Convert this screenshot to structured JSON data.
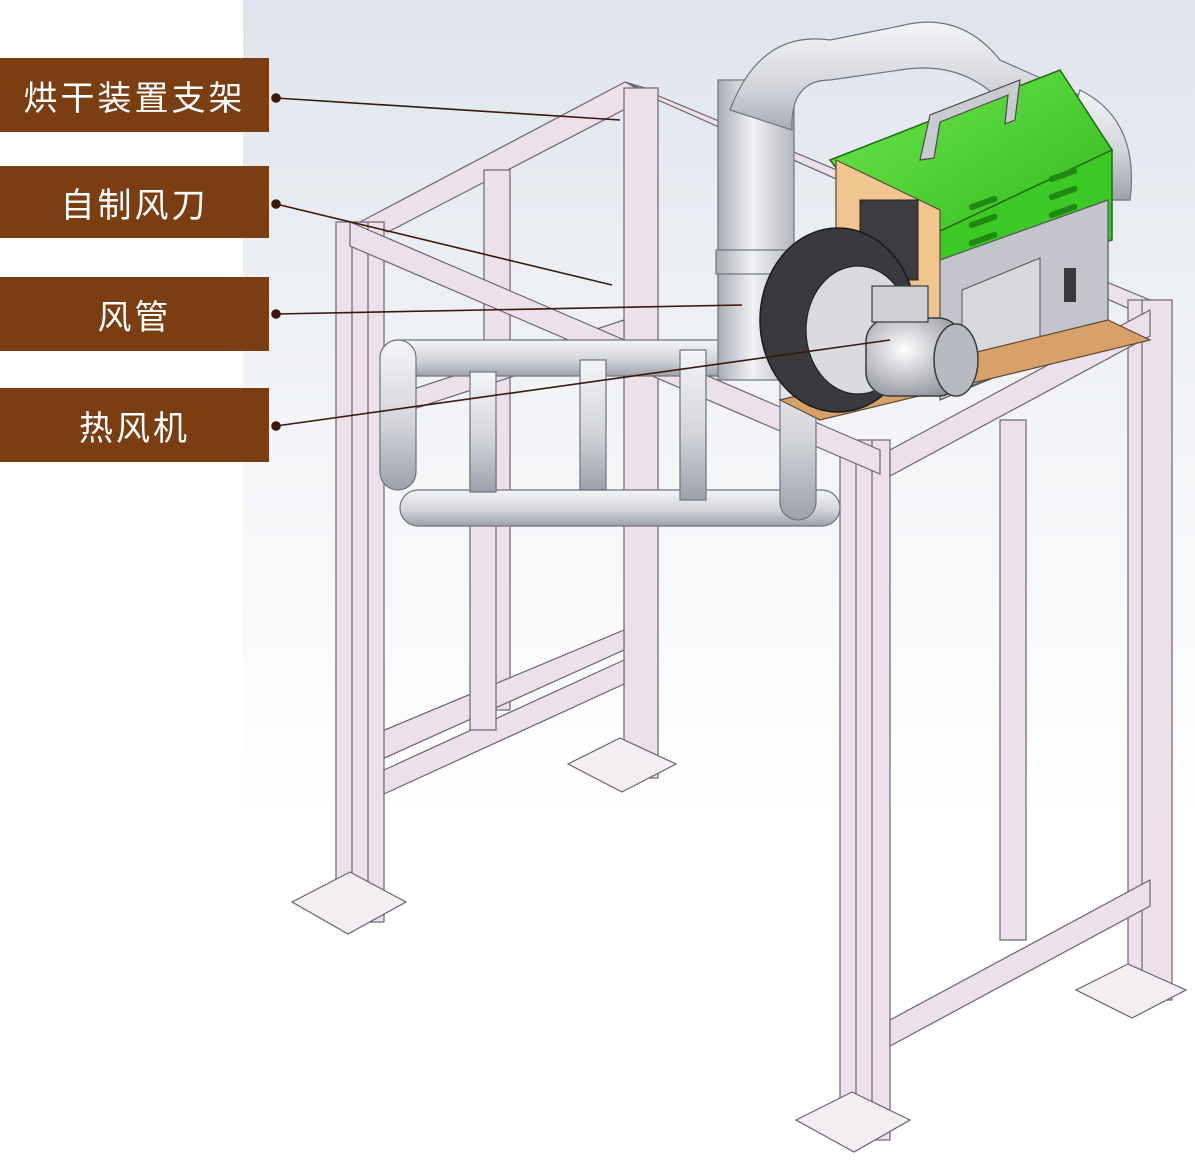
{
  "labels": [
    {
      "id": "drying-frame",
      "text": "烘干装置支架"
    },
    {
      "id": "air-knife",
      "text": "自制风刀"
    },
    {
      "id": "air-duct",
      "text": "风管"
    },
    {
      "id": "blower",
      "text": "热风机"
    }
  ],
  "colors": {
    "label_bg": "#7b3d12",
    "label_text": "#ffffff",
    "frame": "#e9dde8",
    "pipe": "#d4d6dc",
    "heater_housing": "#49d92c",
    "control_panel": "#c4c4cc",
    "blower_body": "#3a3a3e"
  }
}
